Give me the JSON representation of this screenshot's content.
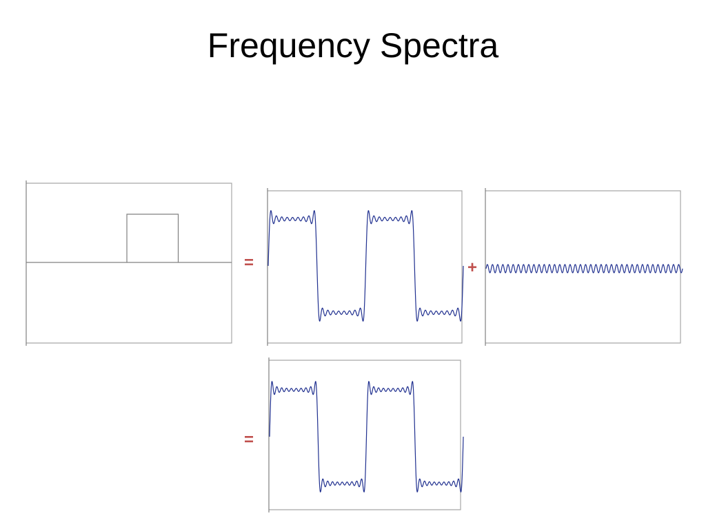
{
  "slide": {
    "title": "Frequency Spectra"
  },
  "operators": {
    "equals": "=",
    "plus": "+"
  },
  "colors": {
    "wave": "#1f2f8f",
    "operator": "#c0504d"
  },
  "spectrum_panel": {
    "description_level": 1.0,
    "box_from": 0.49,
    "box_to": 0.74
  },
  "square_wave_approx": {
    "periods": 2,
    "harmonics": [
      1,
      3,
      5,
      7,
      9,
      11,
      13,
      15,
      17
    ]
  },
  "residual_wave": {
    "harmonic": 19,
    "cycles": 38
  },
  "result_wave": {
    "periods": 2,
    "harmonics": [
      1,
      3,
      5,
      7,
      9,
      11,
      13,
      15,
      17,
      19
    ]
  }
}
